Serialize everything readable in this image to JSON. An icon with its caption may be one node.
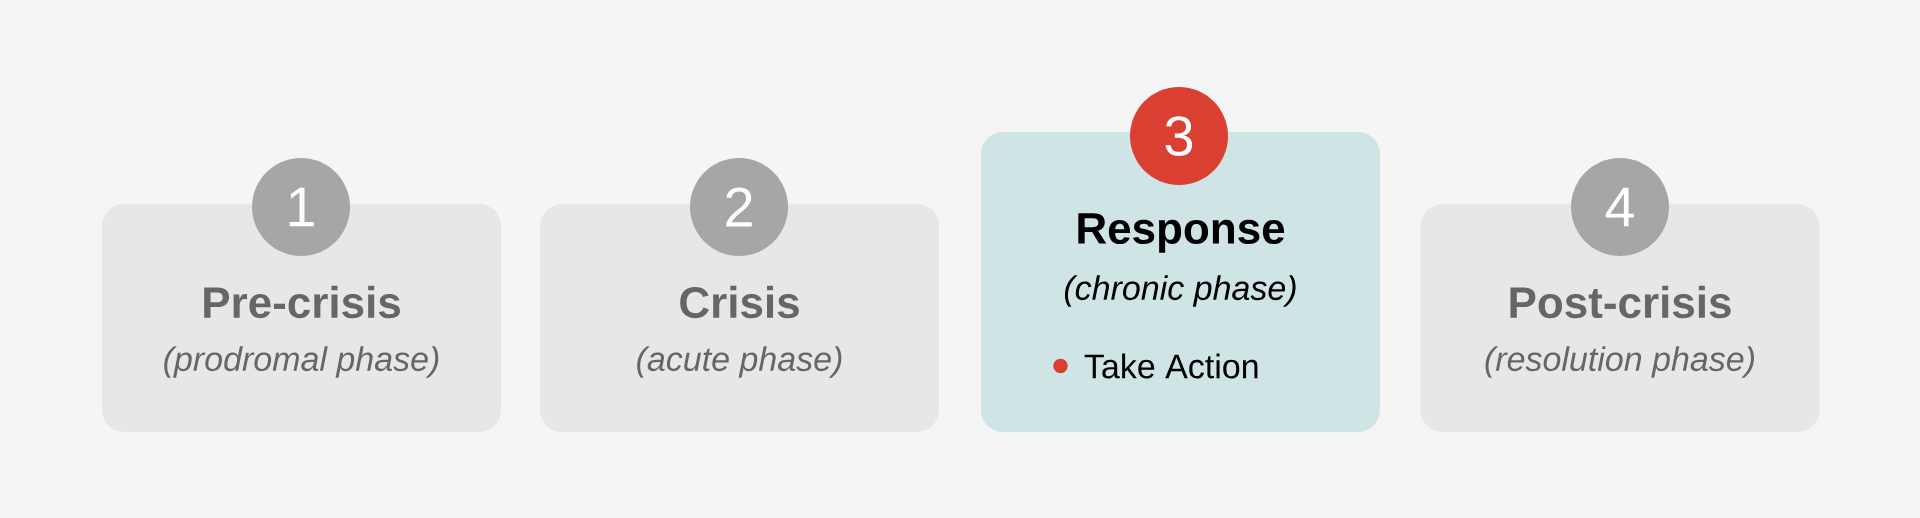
{
  "diagram": {
    "nodes": [
      {
        "text": [
          "1"
        ]
      },
      {
        "text": [
          "Pre-crisis",
          "(prodromal phase)"
        ]
      },
      {
        "text": [
          "2"
        ]
      },
      {
        "text": [
          "Crisis",
          "(acute phase)"
        ]
      },
      {
        "text": [
          "3"
        ]
      },
      {
        "text": [
          "Response",
          "(chronic phase)",
          "Take Action"
        ]
      },
      {
        "text": [
          "4"
        ]
      },
      {
        "text": [
          "Post-crisis",
          "(resolution phase)"
        ]
      }
    ]
  }
}
